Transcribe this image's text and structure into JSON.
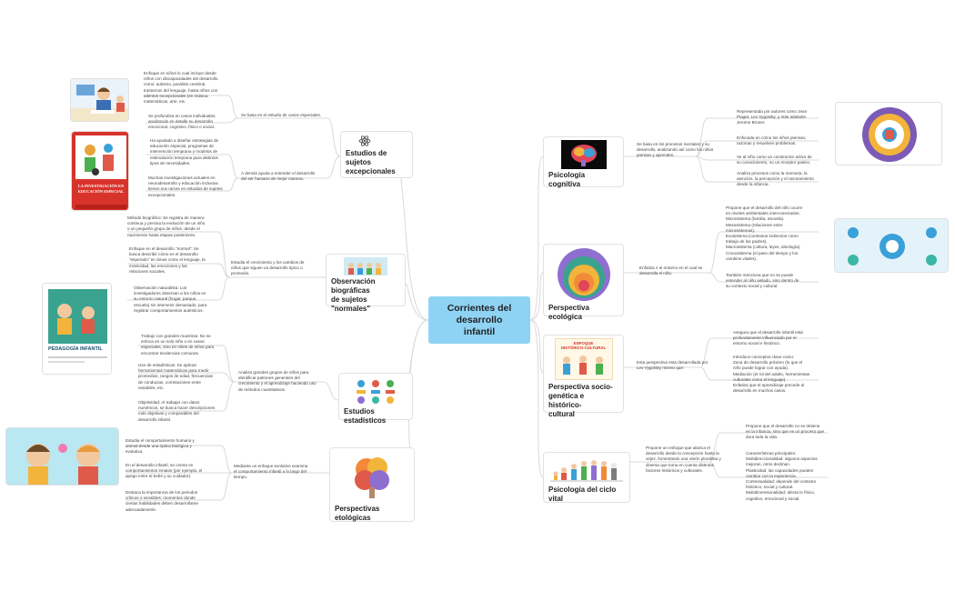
{
  "central": "Corrientes del\ndesarrollo\ninfantil",
  "topics": {
    "excepcionales": {
      "title": "Estudios de sujetos\nexcepcionales",
      "branches": [
        "Se basa en el estudio de casos especiales.",
        "A demás ayuda a entender el desarrollo\ndel ser humano de mejor manera."
      ],
      "notes": [
        "Enfoque en niños lo cual incluye desde\nniños con discapacidades del desarrollo\ncomo: autismo, parálisis cerebral,\ntrastornos del lenguaje, hasta niños con\ntalentos excepcionales (en música,\nmatemáticas, arte, etc.",
        "Se profundiza en casos individuales,\nanalizando en detalle su desarrollo\nemocional, cognitivo, físico o social.",
        "Ha ayudado a diseñar estrategias de\neducación especial, programas de\nintervención temprana y modelos de\nestimulación temprana para distintos\ntipos de necesidades.",
        "Muchas investigaciones actuales en\nneurodesarrollo y educación inclusiva\ntienen sus raíces en estudios de sujetos\nexcepcionales."
      ],
      "book": {
        "title": "LA INVESTIGACIÓN EN\nEDUCACIÓN ESPECIAL"
      }
    },
    "normales": {
      "title": "Observación biográficas\nde sujetos \"normales\"",
      "branch": "Estudia el crecimiento y los cambios de\nniños que siguen un desarrollo típico o\npromedio.",
      "notes": [
        "Método biográfico: Se registra de manera\ncontinua y precisa la evolución de un niño\no un pequeño grupo de niños, desde el\nnacimiento hasta etapas posteriores.",
        "Enfoque en el desarrollo \"normal\": Se\nbusca describir cómo es el desarrollo\n\"esperado\" en áreas como el lenguaje, la\nmotricidad, las emociones y las\nrelaciones sociales.",
        "Observación naturalista: Los\ninvestigadores observan a los niños en\nsu entorno natural (hogar, parque,\nescuela) sin intervenir demasiado, para\nregistrar comportamientos auténticos."
      ],
      "book": {
        "title": "PEDAGOGÍA INFANTIL"
      }
    },
    "estadisticos": {
      "title": "Estudios estadísticos",
      "branch": "Analiza grandes grupos de niños para\nidentificar patrones generales del\ncrecimiento y el aprendizaje haciendo uso\nde métodos cuantitativos.",
      "notes": [
        "Trabajo con grandes muestras: No se\nenfoca en un solo niño o en casos\nespeciales, sino en miles de niños para\nencontrar tendencias comunes.",
        "Uso de estadísticas: Se aplican\nherramientas matemáticas para medir\npromedios, rangos de edad, frecuencias\nde conductas, correlaciones entre\nvariables, etc.",
        "Objetividad: Al trabajar con datos\nnuméricos, se busca hacer descripciones\nmás objetivas y comparables del\ndesarrollo infantil."
      ]
    },
    "etologicas": {
      "title": "Perspectivas etológicas",
      "branch": "Mediante un enfoque evolutivo examina\nel comportamiento infantil a lo largo del\ntiempo.",
      "notes": [
        "Estudia el comportamiento humano y\nanimal desde una óptica biológica y\nevolutiva.",
        "En el desarrollo infantil, se centra en\ncomportamientos innatos (por ejemplo, el\napego entre el bebé y su cuidador).",
        "Destaca la importancia de los periodos\ncríticos o sensibles: momentos donde\nciertas habilidades deben desarrollarse\nadecuadamente."
      ]
    },
    "cognitiva": {
      "title": "Psicología cognitiva",
      "branch": "Se basa en los procesos mentales y su\ndesarrollo, analizando así como los niños\npiensan y aprenden.",
      "notes": [
        "Representada por autores como Jean\nPiaget, Lev Vygotsky, y más adelante\nJerome Bruner.",
        "Enfocada en cómo los niños piensan,\nrazonan y resuelven problemas.",
        "Ve al niño como un constructor activo de\nsu conocimiento, no un receptor pasivo.",
        "Analiza procesos como la memoria, la\natención, la percepción y el razonamiento\ndesde la infancia."
      ]
    },
    "ecologica": {
      "title": "Perspectiva ecológica",
      "branch": "Enfatiza n el entorno en el cual se\ndesarrolla el niño.",
      "notes": [
        "Propone que el desarrollo del niño ocurre\nen niveles ambientales interconectados:\nMicrosistema (familia, escuela).\nMesosistema (relaciones entre\nmicrosistemas).\nExosistema (contextos indirectos como\ntrabajo de los padres).\nMacrosistema (cultura, leyes, ideología).\nCronosistema (el paso del tiempo y los\ncambios vitales).",
        "También menciona que no se puede\nentender al niño aislado, sino dentro de\nsu contexto social y cultural."
      ]
    },
    "sociogenetica": {
      "title": "Perspectiva socio-\ngenética e histórico-\ncultural",
      "branch": "Esta perspectiva esta desarrollada por\nLev Vygotsky mismo que:",
      "notes": [
        "Asegura que el desarrollo infantil está\nprofundamente influenciado por el\nentorno social e histórico.",
        "Introduce conceptos clave como:\nZona de desarrollo próximo (lo que el\nniño puede lograr con ayuda).\nMediación (el rol del adulto, herramientas\nculturales como el lenguaje).\nEnfatiza que el aprendizaje precede al\ndesarrollo en muchos casos."
      ],
      "book": {
        "title": "ENFOQUE\nHISTÓRICO-CULTURAL"
      }
    },
    "ciclo": {
      "title": "Psicología del ciclo vital",
      "branch": "Propone un enfoque que abarca el\ndesarrollo desde la concepción hasta la\nvejez, fomentando una visión pluralista y\ndiversa que toma en cuenta distintos\nfactores históricos y culturales.",
      "notes": [
        "Propone que el desarrollo no se detiene\nen la infancia, sino que es un proceso que\ndura toda la vida.",
        "Características principales:\nMultidireccionalidad: algunos aspectos\nmejoran, otros declinan.\nPlasticidad: las capacidades pueden\ncambiar con la experiencia.\nContextualidad: depende del contexto\nhistórico, social y cultural.\nMultidimensionalidad: afecta lo físico,\ncognitivo, emocional y social."
      ]
    }
  },
  "colors": {
    "central": "#8fd3f4",
    "lines": "#d9d9d9"
  }
}
